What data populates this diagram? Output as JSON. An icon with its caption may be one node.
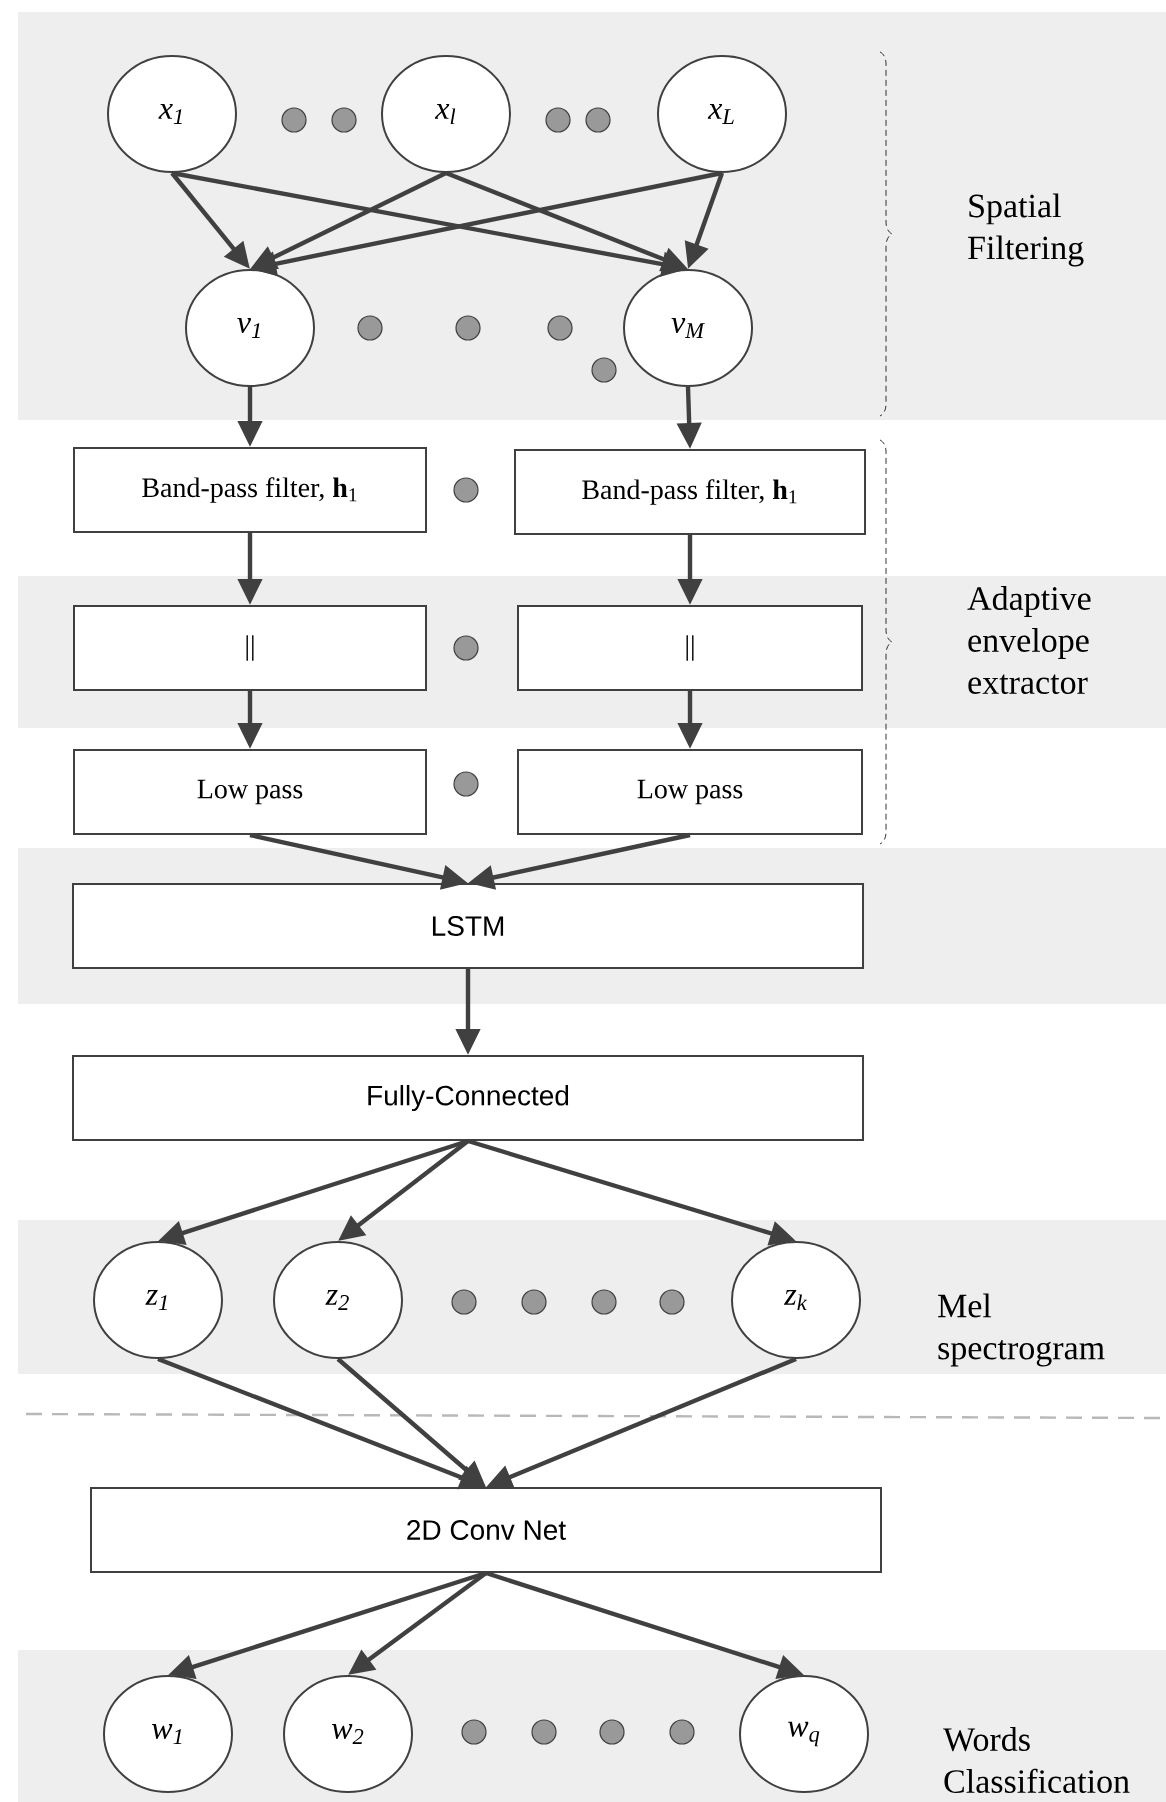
{
  "diagram": {
    "nodes": [
      {
        "text": [
          "x$_{1}$"
        ]
      },
      {
        "text": [
          "x$_{l}$"
        ]
      },
      {
        "text": [
          "x$_{L}$"
        ]
      },
      {
        "text": [
          "v$_{1}$"
        ]
      },
      {
        "text": [
          "v$_{M}$"
        ]
      },
      {
        "text": [
          "Band-pass filter, **h**$_{1}$"
        ]
      },
      {
        "text": [
          "Band-pass filter, **h**$_{1}$"
        ]
      },
      {
        "text": [
          "||"
        ]
      },
      {
        "text": [
          "||"
        ]
      },
      {
        "text": [
          "Low pass"
        ]
      },
      {
        "text": [
          "Low pass"
        ]
      },
      {
        "text": [
          "LSTM"
        ]
      },
      {
        "text": [
          "Fully-Connected"
        ]
      },
      {
        "text": [
          "z$_{1}$"
        ]
      },
      {
        "text": [
          "z$_{2}$"
        ]
      },
      {
        "text": [
          "z$_{k}$"
        ]
      },
      {
        "text": [
          "2D Conv Net"
        ]
      },
      {
        "text": [
          "w$_{1}$"
        ]
      },
      {
        "text": [
          "w$_{2}$"
        ]
      },
      {
        "text": [
          "w$_{q}$"
        ]
      }
    ],
    "edges": [
      {
        "from": 0,
        "to": 3,
        "arrow": "to"
      },
      {
        "from": 0,
        "to": 4,
        "arrow": "to"
      },
      {
        "from": 1,
        "to": 3,
        "arrow": "to"
      },
      {
        "from": 1,
        "to": 4,
        "arrow": "to"
      },
      {
        "from": 2,
        "to": 3,
        "arrow": "to"
      },
      {
        "from": 2,
        "to": 4,
        "arrow": "to"
      },
      {
        "from": 3,
        "to": 5,
        "arrow": "to"
      },
      {
        "from": 4,
        "to": 6,
        "arrow": "to"
      },
      {
        "from": 5,
        "to": 7,
        "arrow": "to"
      },
      {
        "from": 6,
        "to": 8,
        "arrow": "to"
      },
      {
        "from": 7,
        "to": 9,
        "arrow": "to"
      },
      {
        "from": 8,
        "to": 10,
        "arrow": "to"
      },
      {
        "from": 9,
        "to": 11,
        "arrow": "to"
      },
      {
        "from": 10,
        "to": 11,
        "arrow": "to"
      },
      {
        "from": 11,
        "to": 12,
        "arrow": "to"
      },
      {
        "from": 12,
        "to": 13,
        "arrow": "to"
      },
      {
        "from": 12,
        "to": 14,
        "arrow": "to"
      },
      {
        "from": 12,
        "to": 15,
        "arrow": "to"
      },
      {
        "from": 13,
        "to": 16,
        "arrow": "to"
      },
      {
        "from": 14,
        "to": 16,
        "arrow": "to"
      },
      {
        "from": 15,
        "to": 16,
        "arrow": "to"
      },
      {
        "from": 16,
        "to": 17,
        "arrow": "to"
      },
      {
        "from": 16,
        "to": 18,
        "arrow": "to"
      },
      {
        "from": 16,
        "to": 19,
        "arrow": "to"
      }
    ],
    "labels": [
      "Spatial Filtering",
      "Adaptive envelope extractor",
      "Mel spectrogram",
      "Words Classification"
    ]
  }
}
